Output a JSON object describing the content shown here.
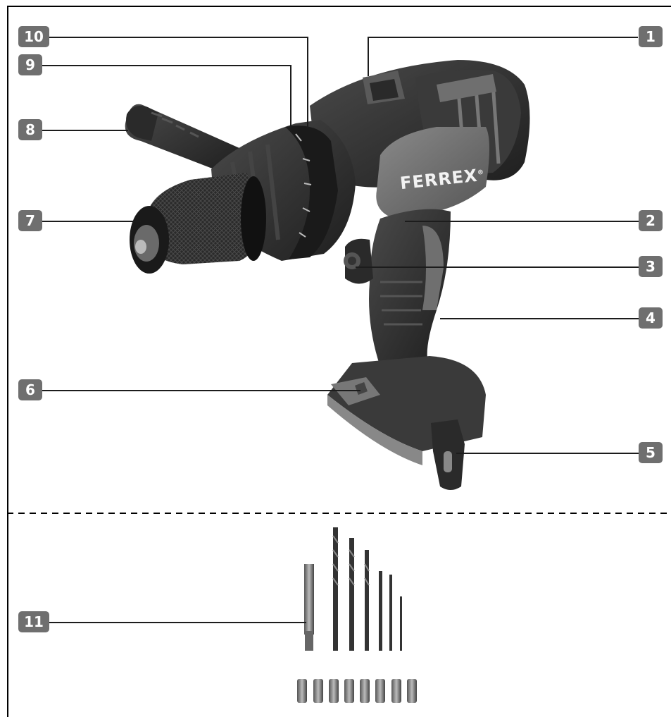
{
  "brand": "FERREX",
  "brand_mark": "®",
  "callouts": {
    "c1": "1",
    "c2": "2",
    "c3": "3",
    "c4": "4",
    "c5": "5",
    "c6": "6",
    "c7": "7",
    "c8": "8",
    "c9": "9",
    "c10": "10",
    "c11": "11"
  },
  "colors": {
    "badge": "#6f6f6f",
    "line": "#1c1c1c",
    "body_dark": "#2b2b2b",
    "body_grey": "#6b6b6b"
  }
}
